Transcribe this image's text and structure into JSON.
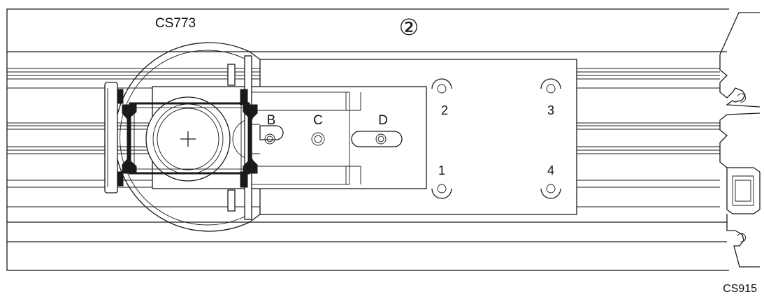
{
  "diagram": {
    "profile_label": "CS773",
    "view_number": "②",
    "drawing_code": "CS915",
    "hole_labels": [
      "1",
      "2",
      "3",
      "4"
    ],
    "slot_labels": [
      "B",
      "C",
      "D"
    ],
    "line_color": "#1a1a1a",
    "background_color": "#ffffff"
  }
}
